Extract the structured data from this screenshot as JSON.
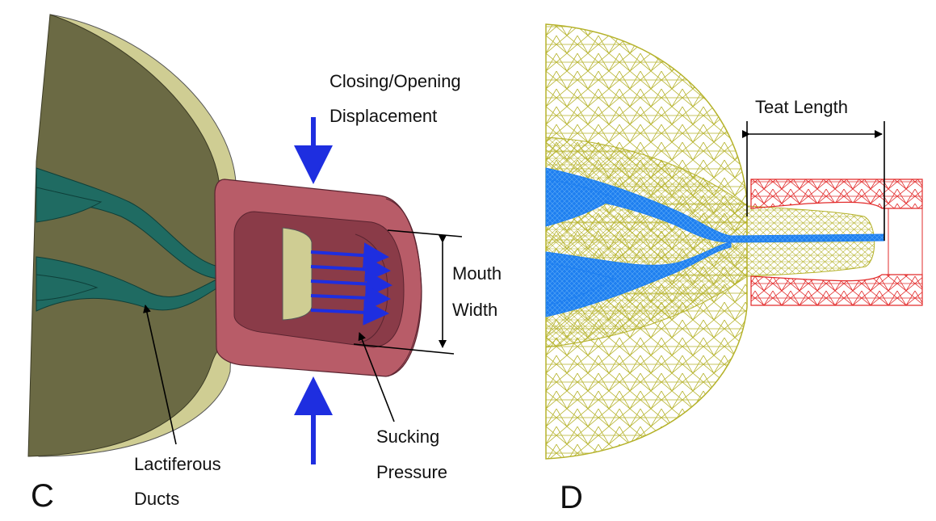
{
  "panel_c": {
    "letter": "C",
    "closing_line1": "Closing/Opening",
    "closing_line2": "Displacement",
    "mouth_line1": "Mouth",
    "mouth_line2": "Width",
    "sucking_line1": "Sucking",
    "sucking_line2": "Pressure",
    "ducts_line1": "Lactiferous",
    "ducts_line2": "Ducts"
  },
  "panel_d": {
    "letter": "D",
    "teat_length": "Teat Length"
  },
  "colors": {
    "breast": "#6b6a44",
    "breast_rim": "#cfcd93",
    "duct_c": "#1f6b62",
    "mouth": "#b85c68",
    "mouth_dark": "#8a3b48",
    "arrow_blue": "#1e2ee0",
    "mesh_yellow": "#b5b22a",
    "mesh_red": "#e22b2b",
    "duct_d": "#1e7ff0"
  }
}
